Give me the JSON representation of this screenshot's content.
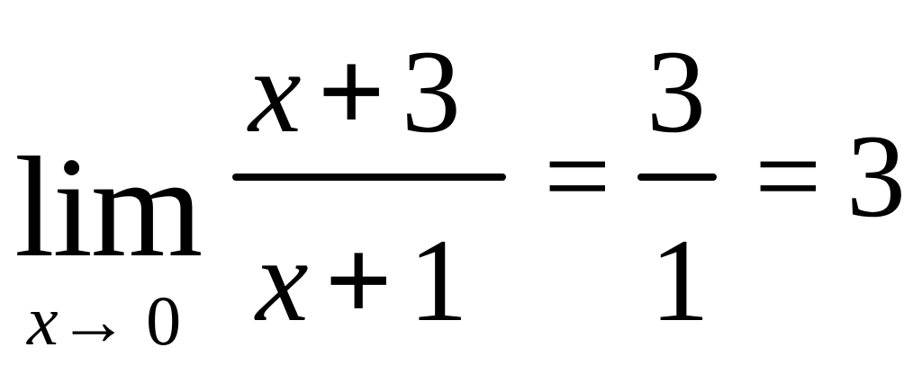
{
  "formula": {
    "operator": "lim",
    "limit_variable": "x",
    "limit_arrow": "→",
    "limit_target": "0",
    "fraction1": {
      "numerator": {
        "variable": "x",
        "operator": "+",
        "constant": "3"
      },
      "denominator": {
        "variable": "x",
        "operator": "+",
        "constant": "1"
      }
    },
    "equals1": "=",
    "fraction2": {
      "numerator": "3",
      "denominator": "1"
    },
    "equals2": "=",
    "result": "3"
  }
}
